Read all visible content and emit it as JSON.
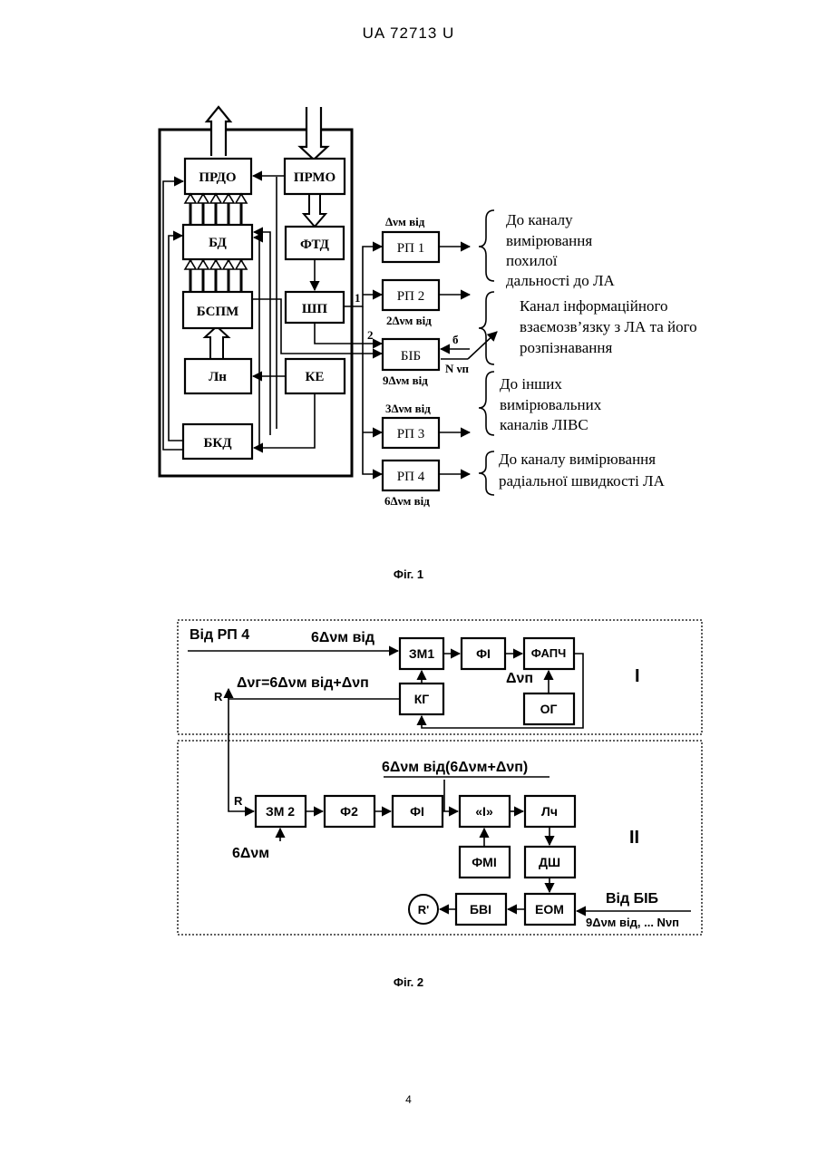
{
  "header": {
    "doc_number": "UA   72713   U"
  },
  "page_number": "4",
  "fig1": {
    "caption": "Фіг. 1",
    "blocks": {
      "prdo": "ПРДО",
      "prmo": "ПРМО",
      "bd": "БД",
      "ftd": "ФТД",
      "bspm": "БСПМ",
      "shp": "ШП",
      "ln": "Лн",
      "ke": "КЕ",
      "bkd": "БКД",
      "rp1": "РП 1",
      "rp2": "РП 2",
      "bib": "БІБ",
      "rp3": "РП 3",
      "rp4": "РП 4"
    },
    "labels": {
      "rp1": "Δνм від",
      "rp2": "2Δνм від",
      "bib": "9Δνм від",
      "rp3": "3Δνм від",
      "rp4": "6Δνм від",
      "n_nu": "N νп",
      "port1": "1",
      "port2": "2",
      "port6": "б"
    },
    "annotations": {
      "a1": [
        "До каналу",
        "вимірювання",
        "похилої",
        "дальності до ЛА"
      ],
      "a2": [
        "Канал інформаційного",
        "взаємозв’язку з ЛА та його",
        "розпізнавання"
      ],
      "a3": [
        "До інших",
        "вимірювальних",
        "каналів ЛІВС"
      ],
      "a4": [
        "До каналу вимірювання",
        "радіальної швидкості ЛА"
      ]
    }
  },
  "fig2": {
    "caption": "Фіг. 2",
    "section_labels": {
      "s1": "I",
      "s2": "II"
    },
    "blocks": {
      "zm1": "ЗМ1",
      "fi1": "ФІ",
      "fapch": "ФАПЧ",
      "kg": "КГ",
      "og": "ОГ",
      "zm2": "ЗМ 2",
      "f2": "Ф2",
      "fi2": "ФІ",
      "i_blk": "«І»",
      "lch": "Лч",
      "fmi": "ФМІ",
      "dsh": "ДШ",
      "eom": "ЕОМ",
      "bvi": "БВІ",
      "r_circle": "R'"
    },
    "labels": {
      "from_rp4": "Від РП 4",
      "six_dnu_vid": "6Δνм від",
      "dnu_p": "Δνп",
      "dnu_g": "Δνг=6Δνм від+Δνп",
      "r_top": "R",
      "r_mid": "R",
      "mid_formula": "6Δνм від(6Δνм+Δνп)",
      "six_dnu_m": "6Δνм",
      "from_bib": "Від БІБ",
      "bottom_formula": "9Δνм від, ... Nνп"
    }
  }
}
